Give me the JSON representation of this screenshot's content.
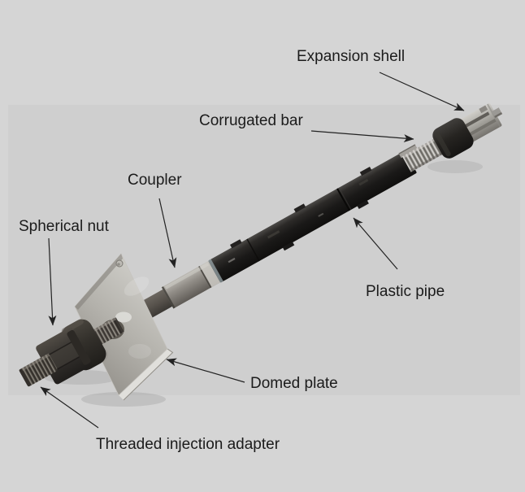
{
  "figure": {
    "background_color": "#d5d5d5",
    "photo_background_color": "#cfcfcf",
    "label_text_color": "#1b1b1b",
    "arrow_color": "#222222",
    "labels": [
      {
        "id": "expansion-shell",
        "text": "Expansion shell"
      },
      {
        "id": "corrugated-bar",
        "text": "Corrugated bar"
      },
      {
        "id": "coupler",
        "text": "Coupler"
      },
      {
        "id": "spherical-nut",
        "text": "Spherical nut"
      },
      {
        "id": "plastic-pipe",
        "text": "Plastic pipe"
      },
      {
        "id": "domed-plate",
        "text": "Domed plate"
      },
      {
        "id": "threaded-injection-adapter",
        "text": "Threaded injection adapter"
      }
    ]
  }
}
